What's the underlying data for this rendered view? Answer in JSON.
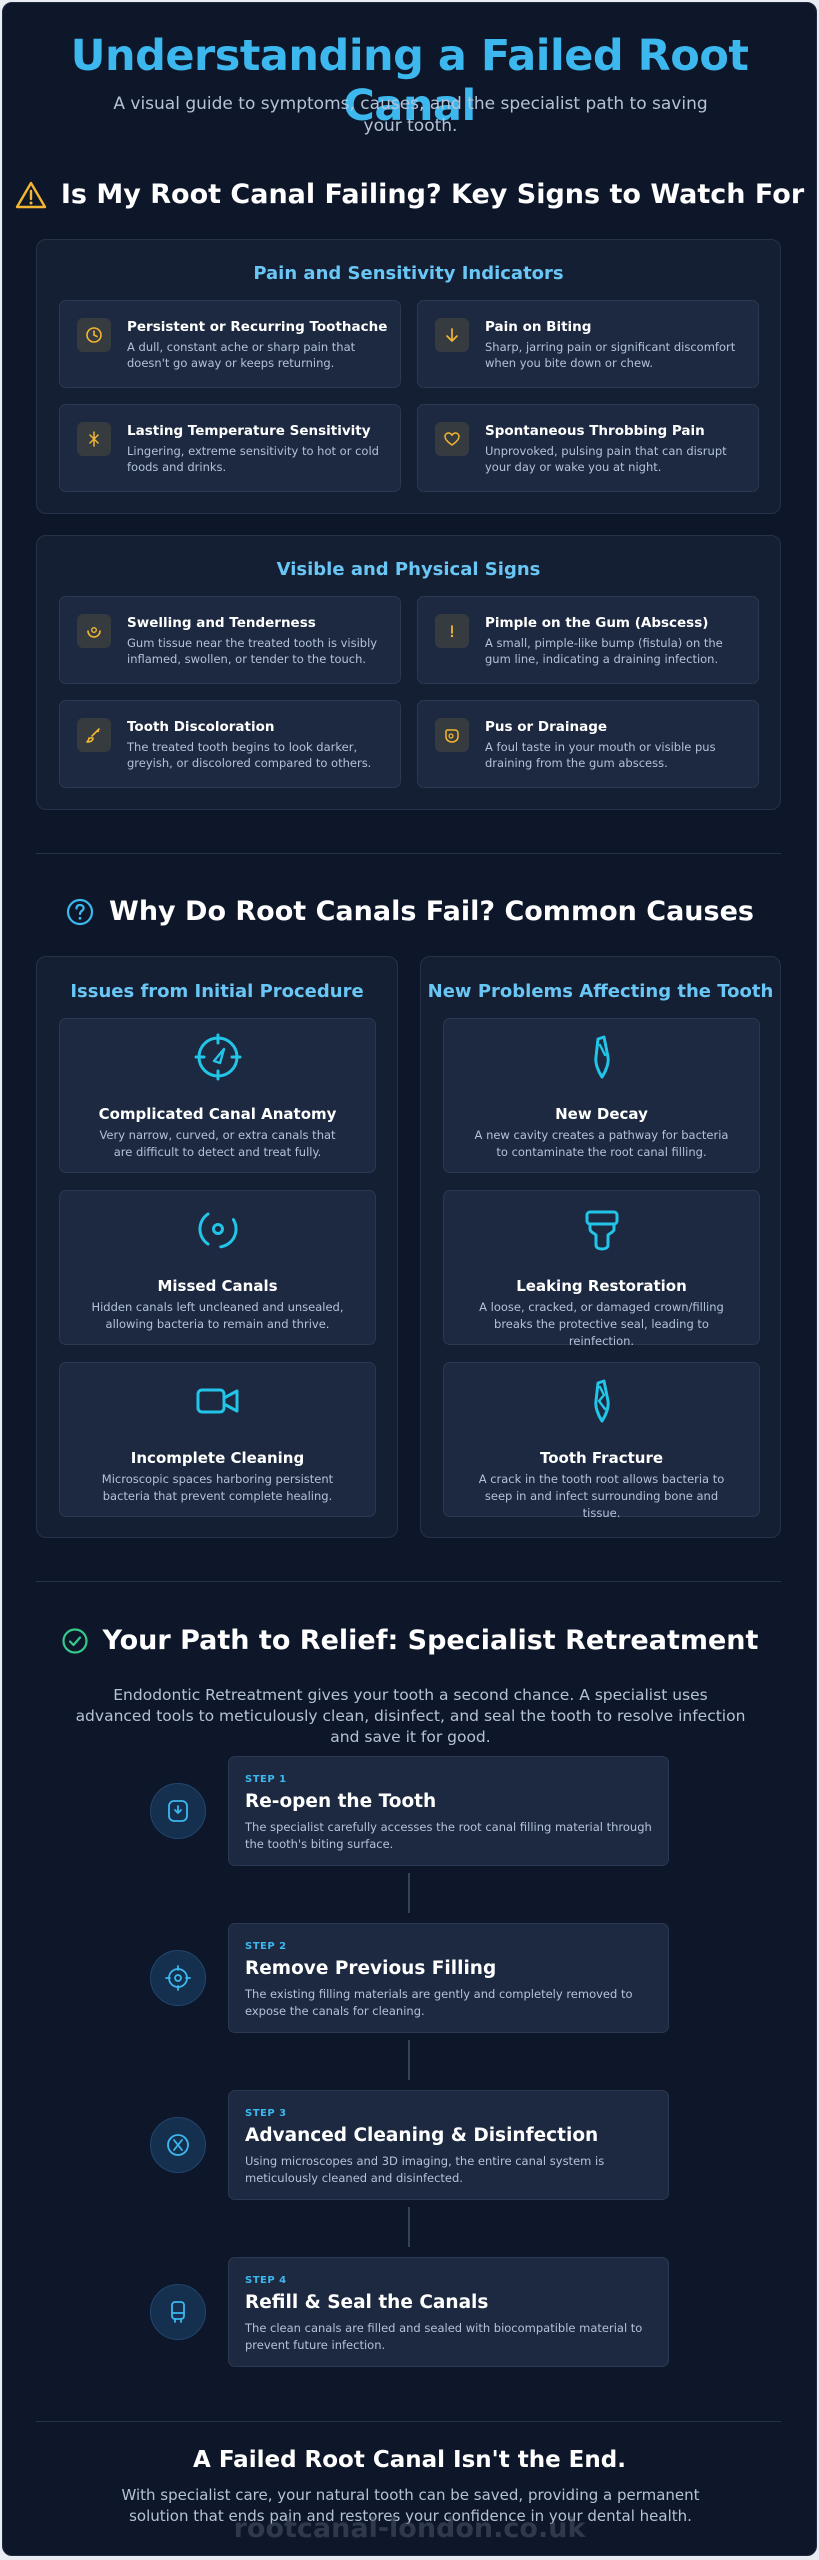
{
  "header": {
    "title": "Understanding a Failed Root Canal",
    "subtitle": "A visual guide to symptoms, causes, and the specialist path to saving your tooth."
  },
  "signs": {
    "heading": "Is My Root Canal Failing? Key Signs to Watch For",
    "pain_group": {
      "title": "Pain and Sensitivity Indicators",
      "items": [
        {
          "title": "Persistent or Recurring Toothache",
          "desc": "A dull, constant ache or sharp pain that doesn't go away or keeps returning.",
          "icon": "clock-icon"
        },
        {
          "title": "Pain on Biting",
          "desc": "Sharp, jarring pain or significant discomfort when you bite down or chew.",
          "icon": "arrow-down-icon"
        },
        {
          "title": "Lasting Temperature Sensitivity",
          "desc": "Lingering, extreme sensitivity to hot or cold foods and drinks.",
          "icon": "snowflake-icon"
        },
        {
          "title": "Spontaneous Throbbing Pain",
          "desc": "Unprovoked, pulsing pain that can disrupt your day or wake you at night.",
          "icon": "heart-icon"
        }
      ]
    },
    "visible_group": {
      "title": "Visible and Physical Signs",
      "items": [
        {
          "title": "Swelling and Tenderness",
          "desc": "Gum tissue near the treated tooth is visibly inflamed, swollen, or tender to the touch.",
          "icon": "swelling-icon"
        },
        {
          "title": "Pimple on the Gum (Abscess)",
          "desc": "A small, pimple-like bump (fistula) on the gum line, indicating a draining infection.",
          "icon": "alert-square-icon"
        },
        {
          "title": "Tooth Discoloration",
          "desc": "The treated tooth begins to look darker, greyish, or discolored compared to others.",
          "icon": "brush-icon"
        },
        {
          "title": "Pus or Drainage",
          "desc": "A foul taste in your mouth or visible pus draining from the gum abscess.",
          "icon": "drop-icon"
        }
      ]
    }
  },
  "causes": {
    "heading": "Why Do Root Canals Fail? Common Causes",
    "initial": {
      "title": "Issues from Initial Procedure",
      "items": [
        {
          "title": "Complicated Canal Anatomy",
          "desc": "Very narrow, curved, or extra canals that are difficult to detect and treat fully.",
          "icon": "compass-icon"
        },
        {
          "title": "Missed Canals",
          "desc": "Hidden canals left uncleaned and unsealed, allowing bacteria to remain and thrive.",
          "icon": "orbit-icon"
        },
        {
          "title": "Incomplete Cleaning",
          "desc": "Microscopic spaces harboring persistent bacteria that prevent complete healing.",
          "icon": "camera-icon"
        }
      ]
    },
    "new_problems": {
      "title": "New Problems Affecting the Tooth",
      "items": [
        {
          "title": "New Decay",
          "desc": "A new cavity creates a pathway for bacteria to contaminate the root canal filling.",
          "icon": "tooth-decay-icon"
        },
        {
          "title": "Leaking Restoration",
          "desc": "A loose, cracked, or damaged crown/filling breaks the protective seal, leading to reinfection.",
          "icon": "crown-icon"
        },
        {
          "title": "Tooth Fracture",
          "desc": "A crack in the tooth root allows bacteria to seep in and infect surrounding bone and tissue.",
          "icon": "fracture-icon"
        }
      ]
    }
  },
  "relief": {
    "heading": "Your Path to Relief: Specialist Retreatment",
    "intro": "Endodontic Retreatment gives your tooth a second chance. A specialist uses advanced tools to meticulously clean, disinfect, and seal the tooth to resolve infection and save it for good.",
    "steps": [
      {
        "label": "STEP 1",
        "title": "Re-open the Tooth",
        "desc": "The specialist carefully accesses the root canal filling material through the tooth's biting surface.",
        "icon": "tooth-open-icon"
      },
      {
        "label": "STEP 2",
        "title": "Remove Previous Filling",
        "desc": "The existing filling materials are gently and completely removed to expose the canals for cleaning.",
        "icon": "target-icon"
      },
      {
        "label": "STEP 3",
        "title": "Advanced Cleaning & Disinfection",
        "desc": "Using microscopes and 3D imaging, the entire canal system is meticulously cleaned and disinfected.",
        "icon": "microscope-icon"
      },
      {
        "label": "STEP 4",
        "title": "Refill & Seal the Canals",
        "desc": "The clean canals are filled and sealed with biocompatible material to prevent future infection.",
        "icon": "seal-icon"
      }
    ]
  },
  "closing": {
    "title": "A Failed Root Canal Isn't the End.",
    "text": "With specialist care, your natural tooth can be saved, providing a permanent solution that ends pain and restores your confidence in your dental health.",
    "watermark": "rootcanal-london.co.uk"
  },
  "colors": {
    "background": "#0e172a",
    "accent": "#3cb8ef",
    "warning": "#f2b632",
    "success": "#36c98a"
  }
}
